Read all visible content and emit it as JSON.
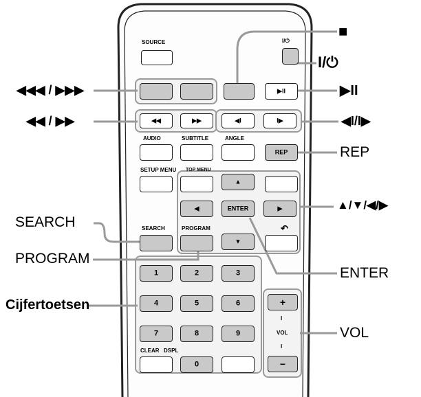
{
  "callouts": {
    "stop": "■",
    "power": "I/⏻",
    "skip": "◀◀◀ / ▶▶▶",
    "play_pause": "▶II",
    "scan": "◀◀ / ▶▶",
    "slow": "◀I/I▶",
    "rep": "REP",
    "arrows": "▲/▼/◀/▶",
    "search": "SEARCH",
    "program": "PROGRAM",
    "enter": "ENTER",
    "numbers": "Cijfertoetsen",
    "vol": "VOL"
  },
  "labels": {
    "source": "SOURCE",
    "power_small": "I/⏻",
    "audio": "AUDIO",
    "subtitle": "SUBTITLE",
    "angle": "ANGLE",
    "setup_menu": "SETUP MENU",
    "top_menu": "TOP MENU",
    "search": "SEARCH",
    "program": "PROGRAM",
    "return_icon": "↶",
    "clear": "CLEAR",
    "dspl": "DSPL",
    "vol": "VOL",
    "vol_sep": "I"
  },
  "buttons": {
    "play_pause": "▶II",
    "rewind": "◀◀",
    "forward": "▶▶",
    "slow_back": "◀I",
    "slow_fwd": "I▶",
    "rep": "REP",
    "up": "▲",
    "down": "▼",
    "left": "◀",
    "right": "▶",
    "enter": "ENTER",
    "plus": "+",
    "minus": "−",
    "numbers": [
      "1",
      "2",
      "3",
      "4",
      "5",
      "6",
      "7",
      "8",
      "9",
      "0"
    ]
  },
  "colors": {
    "outline": "#222222",
    "highlight": "#9a9a9a",
    "button_fill_gray": "#c9c9c9"
  }
}
